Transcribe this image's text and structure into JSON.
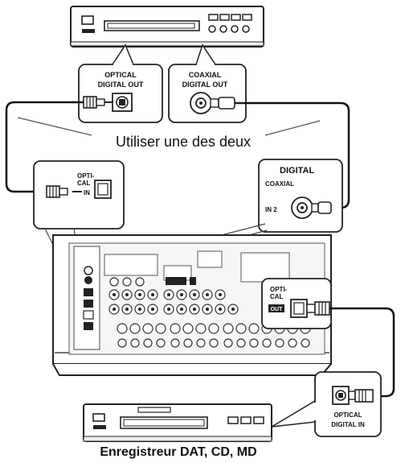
{
  "labels": {
    "optical_digital_out": [
      "OPTICAL",
      "DIGITAL OUT"
    ],
    "coaxial_digital_out": [
      "COAXIAL",
      "DIGITAL OUT"
    ],
    "use_one": "Utiliser une des deux",
    "optical_in": [
      "OPTI-",
      "CAL",
      "IN"
    ],
    "digital": "DIGITAL",
    "coaxial": "COAXIAL",
    "in2": "IN 2",
    "optical_out": [
      "OPTI-",
      "CAL"
    ],
    "out": "OUT",
    "optical_digital_in": [
      "OPTICAL",
      "DIGITAL IN"
    ],
    "recorder": "Enregistreur DAT, CD, MD"
  }
}
